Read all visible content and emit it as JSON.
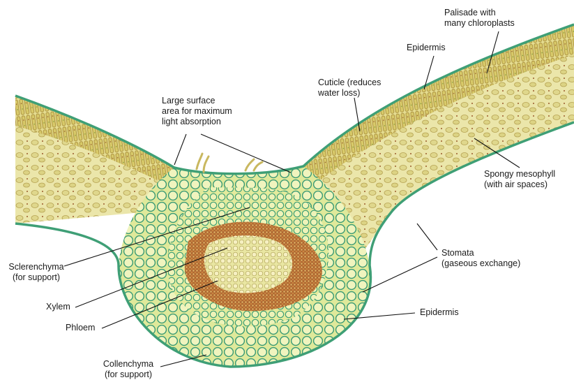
{
  "labels": {
    "palisade": "Palisade with\nmany chloroplasts",
    "epidermis_top": "Epidermis",
    "cuticle": "Cuticle (reduces\nwater loss)",
    "surface_area": "Large surface\narea for maximum\nlight absorption",
    "spongy": "Spongy mesophyll\n(with air spaces)",
    "stomata": "Stomata\n(gaseous exchange)",
    "epidermis_bottom": "Epidermis",
    "sclerenchyma": "Sclerenchyma\n(for support)",
    "xylem": "Xylem",
    "phloem": "Phloem",
    "collenchyma": "Collenchyma\n(for support)"
  },
  "colors": {
    "mesophyll": "#e7e3a4",
    "palisade": "#c8b94c",
    "cell_wall": "#3f9f76",
    "phloem": "#a5562e",
    "xylem": "#f0e7a6",
    "leader_line": "#111111"
  }
}
